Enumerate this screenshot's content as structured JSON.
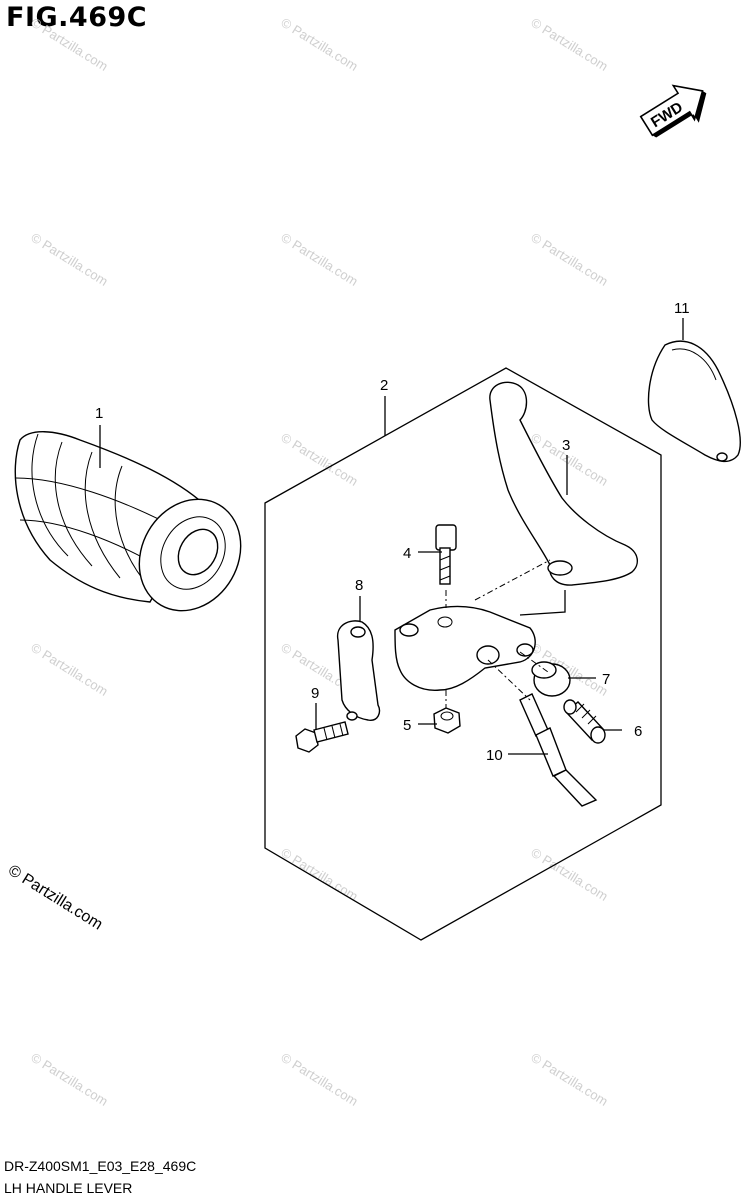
{
  "title": "FIG.469C",
  "footer": {
    "model_code": "DR-Z400SM1_E03_E28_469C",
    "section_name": "LH HANDLE LEVER"
  },
  "copyright": "© Partzilla.com",
  "watermark": "© Partzilla.com",
  "direction_label": "FWD",
  "callouts": [
    "1",
    "2",
    "3",
    "4",
    "5",
    "6",
    "7",
    "8",
    "9",
    "10",
    "11"
  ]
}
